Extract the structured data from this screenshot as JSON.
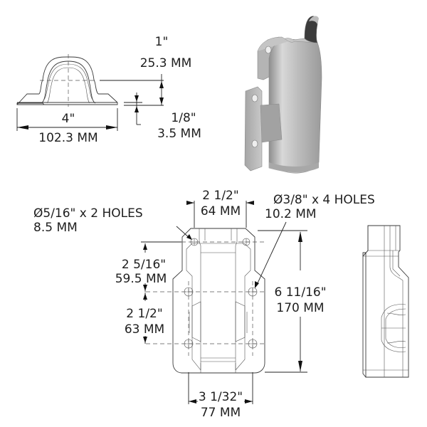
{
  "diagram": {
    "subject": "pipe bracket technical drawing",
    "views": {
      "end_view": {
        "height_dim": {
          "imperial": "1\"",
          "metric": "25.3 MM"
        },
        "thickness_dim": {
          "imperial": "1/8\"",
          "metric": "3.5 MM"
        },
        "width_dim": {
          "imperial": "4\"",
          "metric": "102.3 MM"
        }
      },
      "iso_view": {
        "description": "3D rendered bracket"
      },
      "front_view": {
        "top_width_dim": {
          "imperial": "2 1/2\"",
          "metric": "64 MM"
        },
        "small_holes_note": {
          "imperial": "Ø5/16\" x 2 HOLES",
          "metric": "8.5 MM"
        },
        "large_holes_note": {
          "imperial": "Ø3/8\" x 4 HOLES",
          "metric": "10.2 MM"
        },
        "upper_spacing_dim": {
          "imperial": "2 5/16\"",
          "metric": "59.5 MM"
        },
        "lower_spacing_dim": {
          "imperial": "2 1/2\"",
          "metric": "63 MM"
        },
        "overall_height_dim": {
          "imperial": "6 11/16\"",
          "metric": "170 MM"
        },
        "bottom_width_dim": {
          "imperial": "3 1/32\"",
          "metric": "77 MM"
        }
      },
      "side_view": {
        "description": "side profile"
      }
    },
    "colors": {
      "line": "#3a3a3a",
      "text": "#1e1e1e",
      "background": "#ffffff",
      "render": "#b8b8b8"
    }
  }
}
